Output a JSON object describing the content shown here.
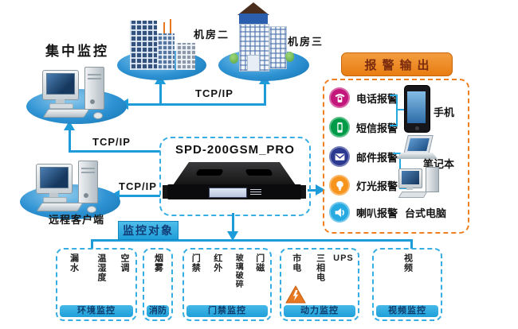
{
  "nodes": {
    "central": "集中监控",
    "room2": "机房二",
    "room3": "机房三",
    "remote": "远程客户端",
    "device": "SPD-200GSM_PRO"
  },
  "links": {
    "top": "TCP/IP",
    "central_device": "TCP/IP",
    "remote_device": "TCP/IP"
  },
  "alarm": {
    "title": "报警输出",
    "items": [
      {
        "label": "电话报警",
        "icon": "telephone-alarm-icon",
        "color": "#c4177c"
      },
      {
        "label": "短信报警",
        "icon": "sms-alarm-icon",
        "color": "#009b48"
      },
      {
        "label": "邮件报警",
        "icon": "mail-alarm-icon",
        "color": "#2b3990"
      },
      {
        "label": "灯光报警",
        "icon": "light-alarm-icon",
        "color": "#f7941d"
      },
      {
        "label": "喇叭报警",
        "icon": "speaker-alarm-icon",
        "color": "#27aae1"
      }
    ],
    "devices": {
      "phone": "手机",
      "laptop": "笔记本",
      "desktop": "台式电脑"
    }
  },
  "monitoring": {
    "title": "监控对象",
    "groups": [
      {
        "name": "环境监控",
        "sensors": [
          "漏水",
          "温湿度",
          "空调"
        ]
      },
      {
        "name": "消防",
        "sensors": [
          "烟雾"
        ]
      },
      {
        "name": "门禁监控",
        "sensors": [
          "门禁",
          "红外",
          "玻璃破碎",
          "门磁"
        ]
      },
      {
        "name": "动力监控",
        "sensors": [
          "市电",
          "三相电",
          "UPS"
        ]
      },
      {
        "name": "视频监控",
        "sensors": [
          "视频"
        ]
      }
    ]
  },
  "colors": {
    "line_blue": "#1e9cd9",
    "panel_orange": "#ef8022",
    "panel_blue": "#29abe2",
    "platform_blue": "#2f93d4"
  }
}
